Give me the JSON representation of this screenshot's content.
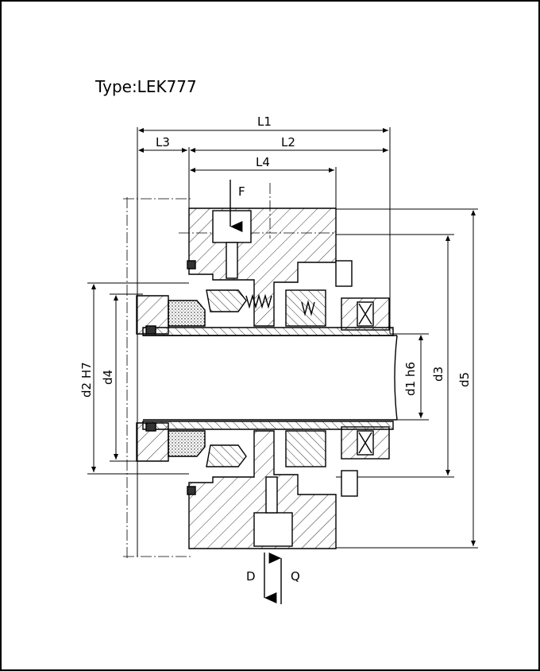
{
  "title": "Type:LEK777",
  "dimensions": {
    "L1": "L1",
    "L2": "L2",
    "L3": "L3",
    "L4": "L4",
    "d1": "d1  h6",
    "d2": "d2  H7",
    "d3": "d3",
    "d4": "d4",
    "d5": "d5"
  },
  "ports": {
    "F": "F",
    "D": "D",
    "Q": "Q"
  }
}
